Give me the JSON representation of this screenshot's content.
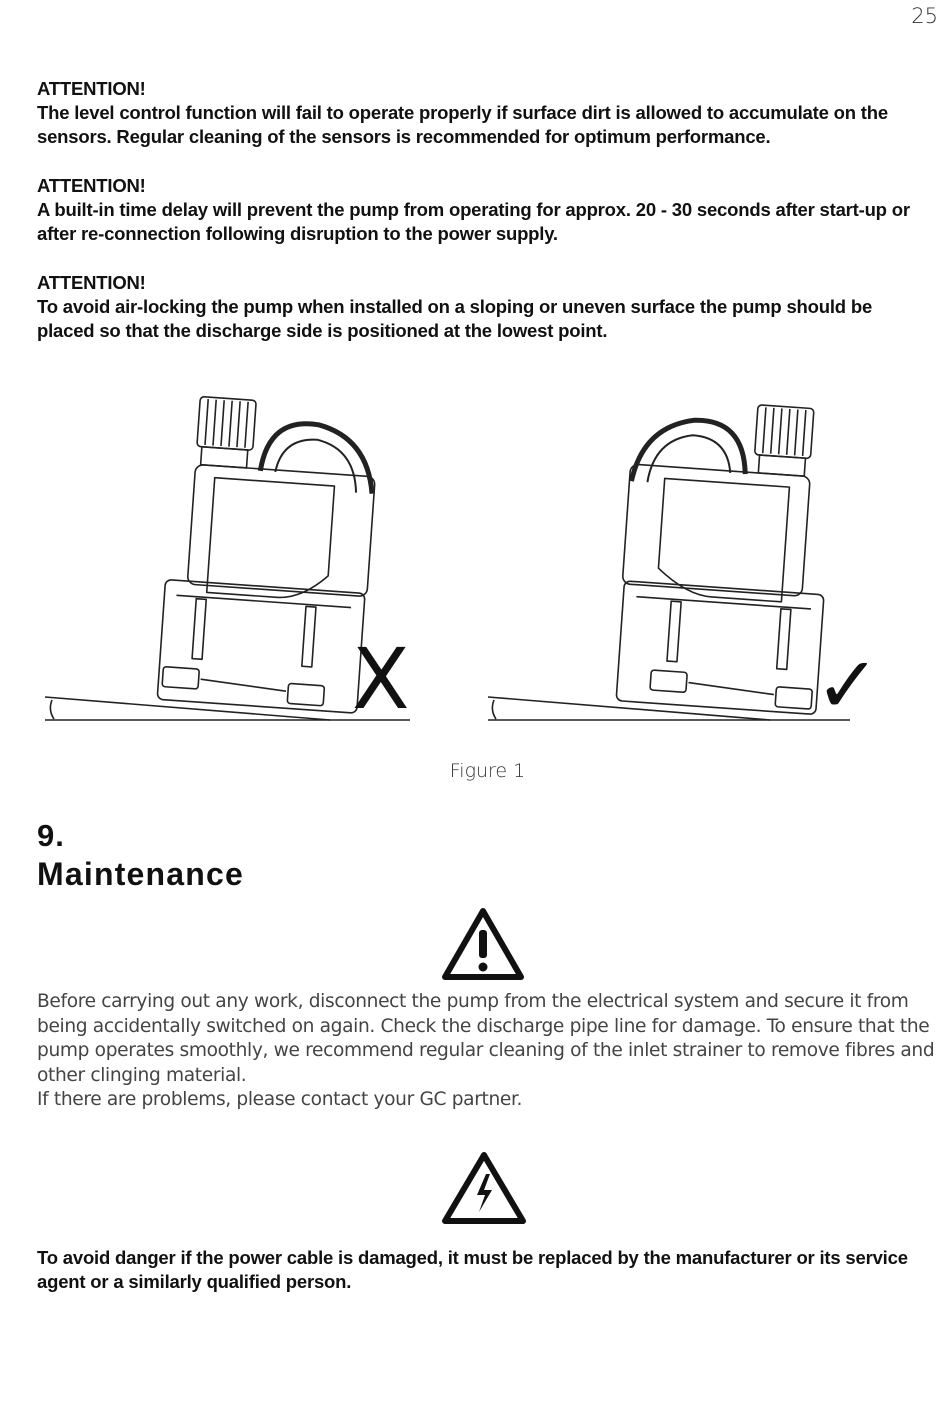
{
  "page_number": "25",
  "notices": [
    {
      "heading": "ATTENTION!",
      "text": "The level control function will fail to operate properly if surface dirt is allowed to accumulate on the sensors. Regular cleaning of the sensors is recommended for optimum performance."
    },
    {
      "heading": "ATTENTION!",
      "text": "A built-in time delay will prevent the pump from operating for approx. 20 - 30 seconds after start-up or after re-connection following disruption to the power supply."
    },
    {
      "heading": "ATTENTION!",
      "text": "To avoid air-locking the pump when installed on a sloping or uneven surface the pump should be placed so that the discharge side is positioned at the lowest point."
    }
  ],
  "figure": {
    "caption": "Figure 1",
    "wrong_mark": "X",
    "right_mark": "✓"
  },
  "section": {
    "number": "9.",
    "title": "Maintenance"
  },
  "maintenance_paragraph": [
    "Before carrying out any work, disconnect the pump from the electrical system and secure it from being accidentally switched on again. Check the discharge pipe line for damage. To ensure that the pump operates smoothly, we recommend regular cleaning of the inlet strainer to remove fibres and other clinging material.",
    "If there are problems, please contact your GC partner."
  ],
  "danger_text": "To avoid danger if the power cable is damaged, it must be replaced by the manufacturer or its service agent or a similarly qualified person.",
  "icons": {
    "general": "warning-triangle-icon",
    "electric": "electric-hazard-icon"
  }
}
